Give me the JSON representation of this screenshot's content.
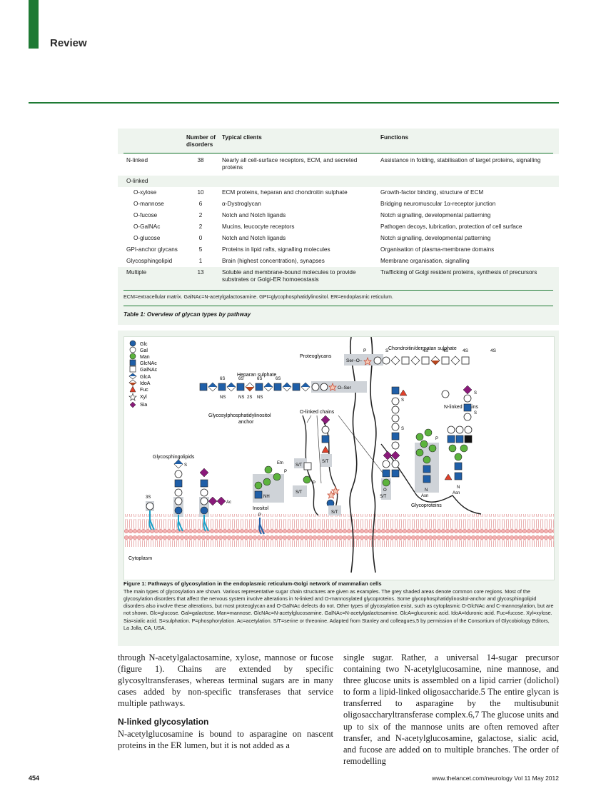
{
  "header": {
    "section": "Review"
  },
  "table": {
    "headers": {
      "type": "",
      "number": "Number of disorders",
      "clients": "Typical clients",
      "functions": "Functions"
    },
    "rows": [
      {
        "type": "N-linked",
        "number": "38",
        "clients": "Nearly all cell-surface receptors, ECM, and secreted proteins",
        "functions": "Assistance in folding, stabilisation of target proteins, signalling"
      },
      {
        "type": "O-linked",
        "number": "",
        "clients": "",
        "functions": ""
      },
      {
        "type": "O-xylose",
        "number": "10",
        "clients": "ECM proteins, heparan and chondroitin sulphate",
        "functions": "Growth-factor binding, structure of ECM"
      },
      {
        "type": "O-mannose",
        "number": "6",
        "clients": "α-Dystroglycan",
        "functions": "Bridging neuromuscular 1α-receptor junction"
      },
      {
        "type": "O-fucose",
        "number": "2",
        "clients": "Notch and Notch ligands",
        "functions": "Notch signalling, developmental patterning"
      },
      {
        "type": "O-GalNAc",
        "number": "2",
        "clients": "Mucins, leucocyte receptors",
        "functions": "Pathogen decoys, lubrication, protection of cell surface"
      },
      {
        "type": "O-glucose",
        "number": "0",
        "clients": "Notch and Notch ligands",
        "functions": "Notch signalling, developmental patterning"
      },
      {
        "type": "GPI-anchor glycans",
        "number": "5",
        "clients": "Proteins in lipid rafts, signalling molecules",
        "functions": "Organisation of plasma-membrane domains"
      },
      {
        "type": "Glycosphingolipid",
        "number": "1",
        "clients": "Brain (highest concentration), synapses",
        "functions": "Membrane organisation, signalling"
      },
      {
        "type": "Multiple",
        "number": "13",
        "clients": "Soluble and membrane-bound molecules to provide substrates or Golgi-ER homoeostasis",
        "functions": "Trafficking of Golgi resident proteins, synthesis of precursors"
      }
    ],
    "footnote": "ECM=extracellular matrix. GalNAc=N-acetylgalactosamine. GPI=glycophosphatidylinositol. ER=endoplasmic reticulum.",
    "caption_label": "Table 1:",
    "caption_text": " Overview of glycan types by pathway"
  },
  "figure": {
    "legend": [
      "Glc",
      "Gal",
      "Man",
      "GlcNAc",
      "GalNAc",
      "GlcA",
      "IdoA",
      "Fuc",
      "Xyl",
      "Sia"
    ],
    "labels": {
      "proteoglycans": "Proteoglycans",
      "chondroitin": "Chondroitin/dermatan sulphate",
      "heparan": "Heparan sulphate",
      "gpi": "Glycosylphosphatidylinositol",
      "gpi2": "anchor",
      "olinked": "O-linked chains",
      "nlinked": "N-linked chains",
      "glycosphingolipids": "Glycosphingolipids",
      "inositol": "Inositol",
      "glycoproteins": "Glycoproteins",
      "cytoplasm": "Cytoplasm",
      "ser_o": "Ser–O–",
      "o_ser": "O–Ser",
      "etn": "Etn",
      "nh2": "NH",
      "ac": "Ac",
      "st": "S/T",
      "asn": "Asn",
      "o": "O",
      "n": "N",
      "p": "P",
      "s": "S",
      "three_s": "3S",
      "four_s": "4S",
      "six_s": "6S",
      "ns": "NS",
      "two_s": "2S"
    },
    "caption_title": "Figure 1: Pathways of glycosylation in the endoplasmic reticulum-Golgi network of mammalian cells",
    "caption_body": "The main types of glycosylation are shown. Various representative sugar chain structures are given as examples. The grey shaded areas denote common core regions. Most of the glycosylation disorders that affect the nervous system involve alterations in N-linked and O-mannosylated glycoproteins. Some glycophosphatidylinositol-anchor and glycosphingolipid disorders also involve these alterations, but most proteoglycan and O-GalNAc defects do not. Other types of glycosylation exist, such as cytoplasmic O-GlcNAc and C-mannosylation, but are not shown. Glc=glucose. Gal=galactose. Man=mannose. GlcNAc=N-acetylglucosamine. GalNAc=N-acetylgalactosamine. GlcA=glucuronic acid. IdoA=Iduronic acid. Fuc=fucose. Xyl=xylose. Sia=sialic acid. S=sulphation. P=phosphorylation. Ac=acetylation. S/T=serine or threonine. Adapted from Stanley and colleagues,5 by permission of the Consortium of Glycobiology Editors, La Jolla, CA, USA."
  },
  "body": {
    "left_p1": "through N-acetylgalactosamine, xylose, mannose or fucose (figure 1). Chains are extended by specific glycosyltransferases, whereas terminal sugars are in many cases added by non-specific transferases that service multiple pathways.",
    "left_subhead": "N-linked glycosylation",
    "left_p2": "N-acetylglucosamine is bound to asparagine on nascent proteins in the ER lumen, but it is not added as a",
    "right_p1": "single sugar. Rather, a universal 14-sugar precursor containing two N-acetylglucosamine, nine mannose, and three glucose units is assembled on a lipid carrier (dolichol) to form a lipid-linked oligosaccharide.5 The entire glycan is transferred to asparagine by the multisubunit oligosaccharyltransferase complex.6,7 The glucose units and up to six of the mannose units are often removed after transfer, and N-acetylglucosamine, galactose, sialic acid, and fucose are added on to multiple branches. The order of remodelling"
  },
  "footer": {
    "page": "454",
    "journal": "www.thelancet.com/neurology   Vol 11   May 2012"
  },
  "colors": {
    "accent_green": "#1e7a34",
    "glc_blue": "#1f5fa8",
    "man_green": "#5cb33d",
    "fuc_red": "#e0402a",
    "sia_purple": "#8a1a7a",
    "membrane_pink": "#e79a9a"
  }
}
